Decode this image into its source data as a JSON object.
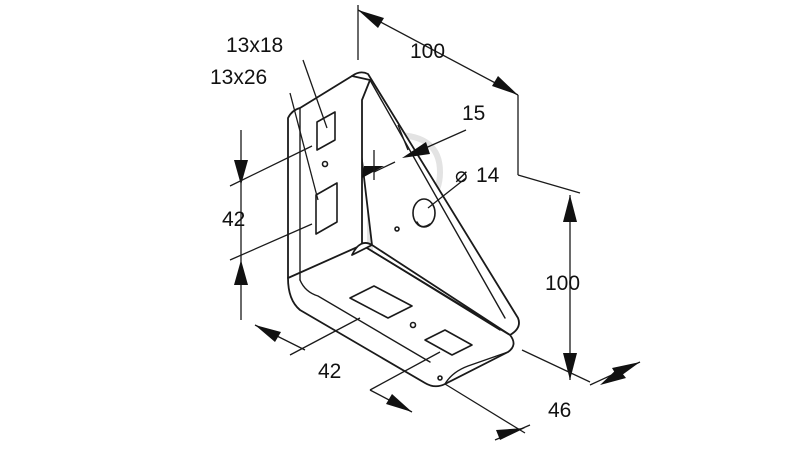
{
  "drawing": {
    "dimensions": {
      "top_width": "100",
      "hole_slot_a": "13x18",
      "hole_slot_b": "13x26",
      "hole_offset": "15",
      "hole_diameter": "14",
      "height": "100",
      "vertical_pitch": "42",
      "horizontal_pitch": "42",
      "depth": "46"
    },
    "diameter_symbol": "⌀"
  }
}
